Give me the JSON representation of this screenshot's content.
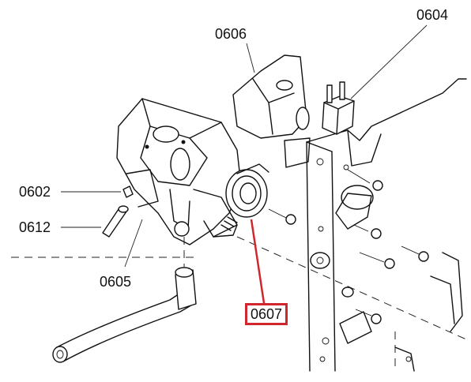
{
  "labels": {
    "p0602": "0602",
    "p0604": "0604",
    "p0605": "0605",
    "p0606": "0606",
    "p0607": "0607",
    "p0612": "0612"
  },
  "highlight": {
    "part": "0607",
    "color": "#d0262e"
  }
}
